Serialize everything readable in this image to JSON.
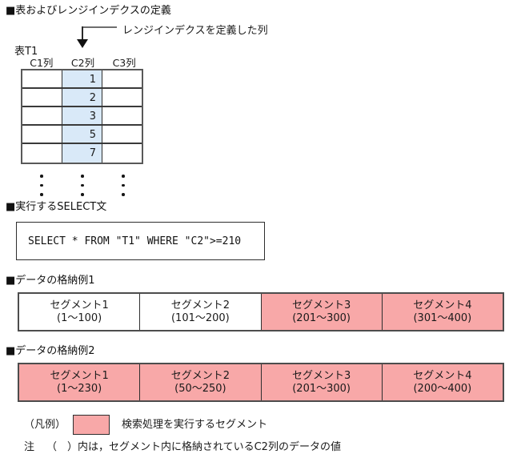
{
  "sections": {
    "table_def": {
      "heading": "■表およびレンジインデクスの定義",
      "callout": "レンジインデクスを定義した列",
      "table_name": "表T1",
      "columns": [
        "C1列",
        "C2列",
        "C3列"
      ],
      "c2_values": [
        "1",
        "2",
        "3",
        "5",
        "7"
      ]
    },
    "select": {
      "heading": "■実行するSELECT文",
      "statement": "SELECT * FROM \"T1\" WHERE \"C2\">=210"
    },
    "example1": {
      "heading": "■データの格納例1",
      "segments": [
        {
          "name": "セグメント1",
          "range": "(1～100)",
          "highlighted": false
        },
        {
          "name": "セグメント2",
          "range": "(101～200)",
          "highlighted": false
        },
        {
          "name": "セグメント3",
          "range": "(201～300)",
          "highlighted": true
        },
        {
          "name": "セグメント4",
          "range": "(301～400)",
          "highlighted": true
        }
      ]
    },
    "example2": {
      "heading": "■データの格納例2",
      "segments": [
        {
          "name": "セグメント1",
          "range": "(1～230)",
          "highlighted": true
        },
        {
          "name": "セグメント2",
          "range": "(50～250)",
          "highlighted": true
        },
        {
          "name": "セグメント3",
          "range": "(201～300)",
          "highlighted": true
        },
        {
          "name": "セグメント4",
          "range": "(200～400)",
          "highlighted": true
        }
      ]
    }
  },
  "legend": {
    "label": "（凡例）",
    "description": "検索処理を実行するセグメント"
  },
  "note": {
    "prefix": "注",
    "text": "（　）内は，セグメント内に格納されているC2列のデータの値"
  },
  "colors": {
    "highlight_pink": "#f8a8a8",
    "index_column_blue": "#d9e9f8"
  }
}
